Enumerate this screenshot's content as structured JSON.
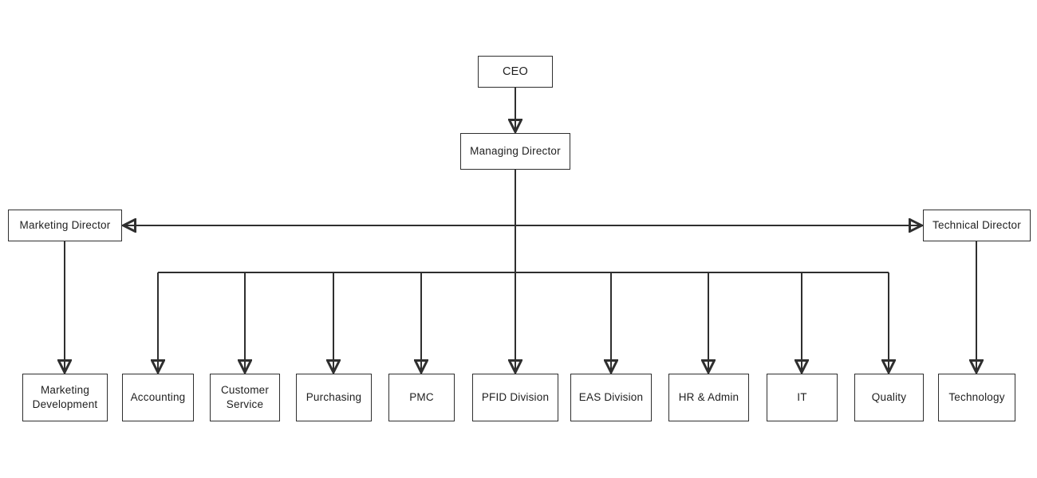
{
  "diagram": {
    "type": "org-chart",
    "colors": {
      "background": "#ffffff",
      "line": "#2f2f2f",
      "box_border": "#2f2f2f",
      "box_background": "#ffffff",
      "text": "#1f1f1f"
    },
    "nodes": {
      "ceo": {
        "label": "CEO"
      },
      "managing_director": {
        "label": "Managing Director"
      },
      "marketing_director": {
        "label": "Marketing Director"
      },
      "technical_director": {
        "label": "Technical Director"
      },
      "marketing_development": {
        "label": "Marketing Development"
      },
      "accounting": {
        "label": "Accounting"
      },
      "customer_service": {
        "label": "Customer Service"
      },
      "purchasing": {
        "label": "Purchasing"
      },
      "pmc": {
        "label": "PMC"
      },
      "pfid_division": {
        "label": "PFID Division"
      },
      "eas_division": {
        "label": "EAS Division"
      },
      "hr_admin": {
        "label": "HR & Admin"
      },
      "it": {
        "label": "IT"
      },
      "quality": {
        "label": "Quality"
      },
      "technology": {
        "label": "Technology"
      }
    },
    "edges": [
      {
        "from": "ceo",
        "to": "managing_director",
        "arrow": "end"
      },
      {
        "from": "managing_director",
        "to": "marketing_director",
        "arrow": "end"
      },
      {
        "from": "managing_director",
        "to": "technical_director",
        "arrow": "end"
      },
      {
        "from": "managing_director",
        "to": "accounting",
        "arrow": "end"
      },
      {
        "from": "managing_director",
        "to": "customer_service",
        "arrow": "end"
      },
      {
        "from": "managing_director",
        "to": "purchasing",
        "arrow": "end"
      },
      {
        "from": "managing_director",
        "to": "pmc",
        "arrow": "end"
      },
      {
        "from": "managing_director",
        "to": "pfid_division",
        "arrow": "end"
      },
      {
        "from": "managing_director",
        "to": "eas_division",
        "arrow": "end"
      },
      {
        "from": "managing_director",
        "to": "hr_admin",
        "arrow": "end"
      },
      {
        "from": "managing_director",
        "to": "it",
        "arrow": "end"
      },
      {
        "from": "managing_director",
        "to": "quality",
        "arrow": "end"
      },
      {
        "from": "marketing_director",
        "to": "marketing_development",
        "arrow": "end"
      },
      {
        "from": "technical_director",
        "to": "technology",
        "arrow": "end"
      }
    ]
  }
}
